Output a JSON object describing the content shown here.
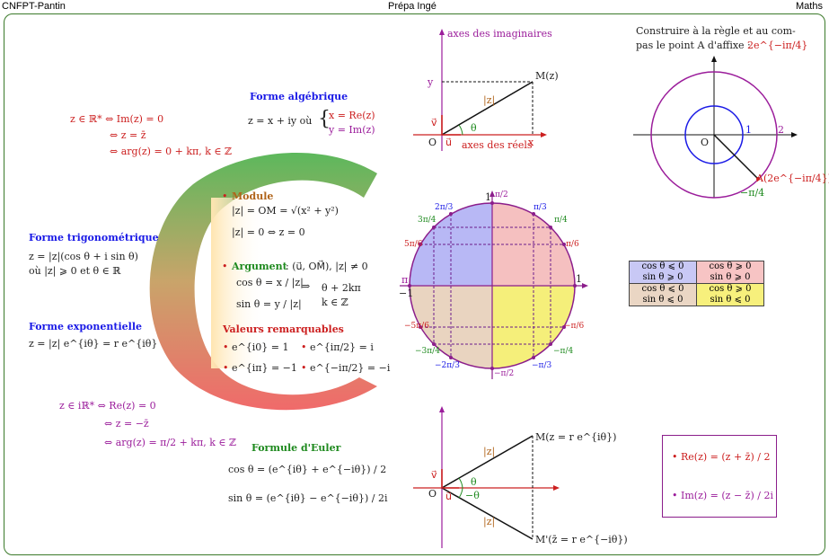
{
  "header": {
    "left": "CNFPT-Pantin",
    "center": "Prépa Ingé",
    "right": "Maths"
  },
  "forme_algebrique": {
    "title": "Forme algébrique",
    "eq": "z = x + iy  où",
    "re": "x = Re(z)",
    "im": "y = Im(z)"
  },
  "reel": {
    "l1": "z ∈ ℝ*  ⇔  Im(z) = 0",
    "l2": "⇔  z = z̄",
    "l3": "⇔  arg(z) = 0 + kπ,  k ∈ ℤ"
  },
  "trig": {
    "title": "Forme trigonométrique",
    "l1": "z = |z|(cos θ + i sin θ)",
    "l2": "où  |z| ⩾ 0  et  θ ∈ ℝ"
  },
  "expo": {
    "title": "Forme exponentielle",
    "l1": "z = |z| e^{iθ} = r e^{iθ}"
  },
  "imag": {
    "l1": "z ∈ iℝ*  ⇔  Re(z) = 0",
    "l2": "⇔  z = −z̄",
    "l3": "⇔  arg(z) = π/2 + kπ,  k ∈ ℤ"
  },
  "module": {
    "title": "Module",
    "l1": "|z| = OM = √(x² + y²)",
    "l2": "|z| = 0  ⇔  z = 0"
  },
  "argument": {
    "title": "Argument",
    "desc": ": (u⃗, OM⃗),  |z| ≠ 0",
    "cos": "cos θ = x / |z|",
    "sin": "sin θ = y / |z|",
    "res1": "θ + 2kπ",
    "res2": "k ∈ ℤ"
  },
  "valeurs": {
    "title": "Valeurs remarquables",
    "v1": "e^{i0} = 1",
    "v2": "e^{iπ/2} = i",
    "v3": "e^{iπ} = −1",
    "v4": "e^{−iπ/2} = −i"
  },
  "euler": {
    "title": "Formule d'Euler",
    "cos": "cos θ = (e^{iθ} + e^{−iθ}) / 2",
    "sin": "sin θ = (e^{iθ} − e^{−iθ}) / 2i"
  },
  "plane1": {
    "yaxis": "axes des imaginaires",
    "xaxis": "axes des réels",
    "M": "M(z)",
    "y": "y",
    "x": "x",
    "O": "O",
    "v": "v⃗",
    "u": "u⃗",
    "mod": "|z|",
    "theta": "θ"
  },
  "construire": {
    "l1": "Construire à la règle et au com-",
    "l2": "pas le point A d'affixe :",
    "val": "2e^{−iπ/4}",
    "A": "A(2e^{−iπ/4})",
    "O": "O",
    "one": "1",
    "two": "2",
    "angle": "−π/4"
  },
  "circle": {
    "one": "1",
    "m1": "−1",
    "pi": "π",
    "t_pi2": "π/2",
    "t_mpi2": "−π/2",
    "t_pi3": "π/3",
    "t_2pi3": "2π/3",
    "t_pi4": "π/4",
    "t_3pi4": "3π/4",
    "t_pi6": "π/6",
    "t_5pi6": "5π/6",
    "t_mpi6": "−π/6",
    "t_m5pi6": "−5π/6",
    "t_mpi4": "−π/4",
    "t_m3pi4": "−3π/4",
    "t_mpi3": "−π/3",
    "t_m2pi3": "−2π/3"
  },
  "signs": [
    [
      "cos θ ⩽ 0",
      "cos θ ⩾ 0"
    ],
    [
      "sin θ ⩾ 0",
      "sin θ ⩾ 0"
    ],
    [
      "cos θ ⩽ 0",
      "cos θ ⩾ 0"
    ],
    [
      "sin θ ⩽ 0",
      "sin θ ⩽ 0"
    ]
  ],
  "plane2": {
    "M": "M(z = r e^{iθ})",
    "Mbar": "M'(z̄ = r e^{−iθ})",
    "O": "O",
    "v": "v⃗",
    "u": "u⃗",
    "mod": "|z|",
    "theta": "θ",
    "mtheta": "−θ"
  },
  "reim": {
    "re": "Re(z) = (z + z̄) / 2",
    "im": "Im(z) = (z − z̄) / 2i"
  },
  "colors": {
    "blue": "#1a1ae6",
    "red": "#cc2020",
    "purple": "#9b1d9b",
    "green": "#1f8a1f",
    "orange": "#b0641a"
  }
}
